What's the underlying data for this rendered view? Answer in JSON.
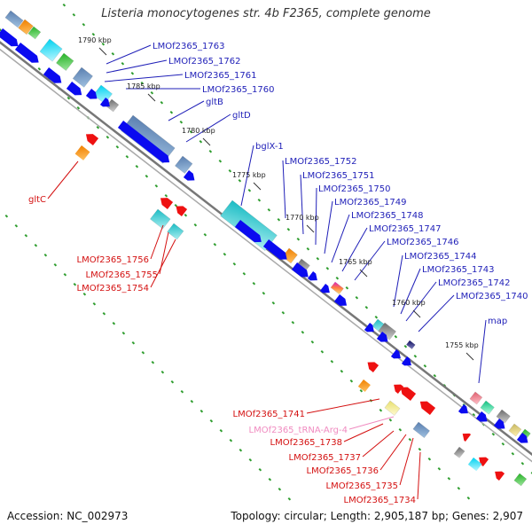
{
  "title": "Listeria monocytogenes str. 4b F2365, complete genome",
  "accession": "Accession: NC_002973",
  "summary": "Topology: circular; Length: 2,905,187 bp; Genes: 2,907",
  "colors": {
    "backbone": "#8c8c8c",
    "forward_label": "#1f1fb8",
    "reverse_label": "#d41010",
    "trna_label": "#f08bc0",
    "gc_dots": "#2e9d2e",
    "cds_arrow": "#0a0af0"
  },
  "ticks": [
    "1790 kbp",
    "1785 kbp",
    "1780 kbp",
    "1775 kbp",
    "1770 kbp",
    "1765 kbp",
    "1760 kbp",
    "1755 kbp"
  ],
  "forward_genes": [
    "LMOf2365_1763",
    "LMOf2365_1762",
    "LMOf2365_1761",
    "LMOf2365_1760",
    "gltB",
    "gltD",
    "bglX-1",
    "LMOf2365_1752",
    "LMOf2365_1751",
    "LMOf2365_1750",
    "LMOf2365_1749",
    "LMOf2365_1748",
    "LMOf2365_1747",
    "LMOf2365_1746",
    "LMOf2365_1744",
    "LMOf2365_1743",
    "LMOf2365_1742",
    "LMOf2365_1740",
    "map"
  ],
  "reverse_genes": [
    "gltC",
    "LMOf2365_1756",
    "LMOf2365_1755",
    "LMOf2365_1754",
    "LMOf2365_1741",
    "LMOf2365_tRNA-Arg-4",
    "LMOf2365_1738",
    "LMOf2365_1737",
    "LMOf2365_1736",
    "LMOf2365_1735",
    "LMOf2365_1734"
  ]
}
